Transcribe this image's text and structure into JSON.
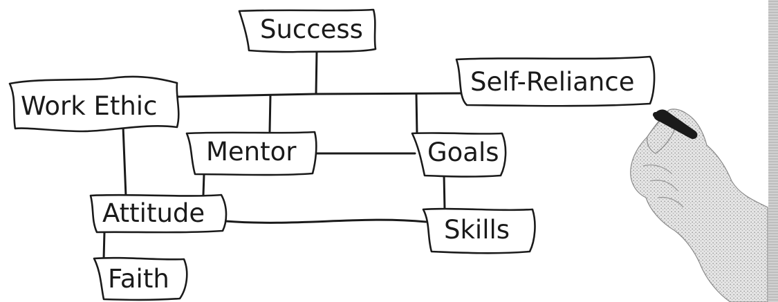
{
  "diagram": {
    "nodes": {
      "success": "Success",
      "self_reliance": "Self-Reliance",
      "work_ethic": "Work Ethic",
      "mentor": "Mentor",
      "goals": "Goals",
      "attitude": "Attitude",
      "skills": "Skills",
      "faith": "Faith"
    },
    "edges": [
      [
        "success",
        "work_ethic"
      ],
      [
        "success",
        "self_reliance"
      ],
      [
        "work_ethic",
        "mentor"
      ],
      [
        "work_ethic",
        "goals"
      ],
      [
        "work_ethic",
        "attitude"
      ],
      [
        "mentor",
        "goals"
      ],
      [
        "mentor",
        "attitude"
      ],
      [
        "goals",
        "skills"
      ],
      [
        "attitude",
        "skills"
      ],
      [
        "attitude",
        "faith"
      ]
    ]
  },
  "illustration": {
    "icon": "hand-holding-marker-icon",
    "skin_color": "#d9d9d9",
    "marker_color": "#1a1a1a"
  }
}
